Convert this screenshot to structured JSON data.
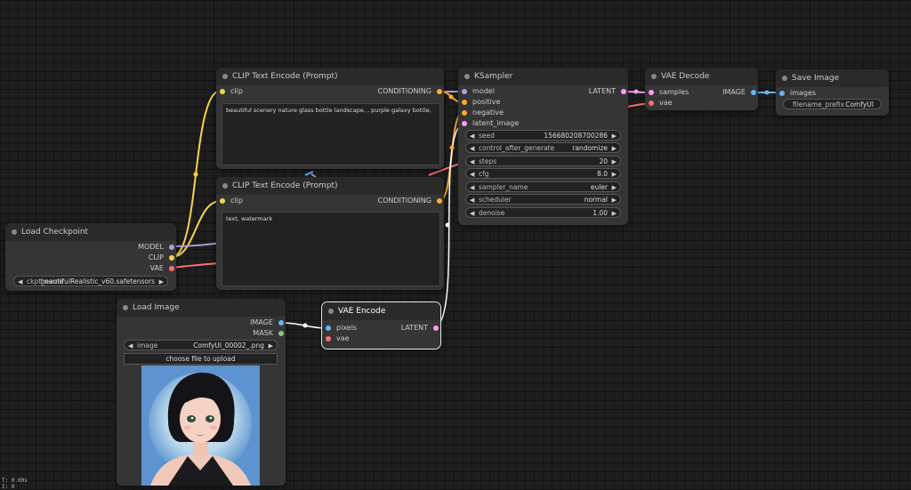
{
  "colors": {
    "clip": "#f8d44a",
    "model": "#b39ddb",
    "vae": "#ff6e6e",
    "conditioning": "#ffa931",
    "latent": "#ff9cf9",
    "image": "#64b5f6",
    "mask": "#81c784",
    "white_link": "#ffffff"
  },
  "nodes": {
    "clip_text_pos": {
      "title": "CLIP Text Encode (Prompt)",
      "input_clip": "clip",
      "output_conditioning": "CONDITIONING",
      "text": "beautiful scenery nature glass bottle landscape, , purple galaxy bottle,"
    },
    "clip_text_neg": {
      "title": "CLIP Text Encode (Prompt)",
      "input_clip": "clip",
      "output_conditioning": "CONDITIONING",
      "text": "text, watermark"
    },
    "ksampler": {
      "title": "KSampler",
      "inputs": [
        "model",
        "positive",
        "negative",
        "latent_image"
      ],
      "output_latent": "LATENT",
      "widgets": [
        {
          "label": "seed",
          "value": "156680208700286"
        },
        {
          "label": "control_after_generate",
          "value": "randomize"
        },
        {
          "label": "steps",
          "value": "20"
        },
        {
          "label": "cfg",
          "value": "8.0"
        },
        {
          "label": "sampler_name",
          "value": "euler"
        },
        {
          "label": "scheduler",
          "value": "normal"
        },
        {
          "label": "denoise",
          "value": "1.00"
        }
      ]
    },
    "vae_decode": {
      "title": "VAE Decode",
      "input_samples": "samples",
      "input_vae": "vae",
      "output_image": "IMAGE"
    },
    "save_image": {
      "title": "Save Image",
      "input_images": "images",
      "filename_prefix_label": "filename_prefix",
      "filename_prefix_value": "ComfyUI"
    },
    "load_checkpoint": {
      "title": "Load Checkpoint",
      "output_model": "MODEL",
      "output_clip": "CLIP",
      "output_vae": "VAE",
      "ckpt_label": "ckpt_name",
      "ckpt_value": "beautifulRealistic_v60.safetensors"
    },
    "load_image": {
      "title": "Load Image",
      "output_image": "IMAGE",
      "output_mask": "MASK",
      "image_label": "image",
      "image_value": "ComfyUI_00002_.png",
      "upload_button": "choose file to upload"
    },
    "vae_encode": {
      "title": "VAE Encode",
      "input_pixels": "pixels",
      "input_vae": "vae",
      "output_latent": "LATENT"
    }
  },
  "status": {
    "time": "T: 0.00s",
    "line2": "I: 0"
  }
}
